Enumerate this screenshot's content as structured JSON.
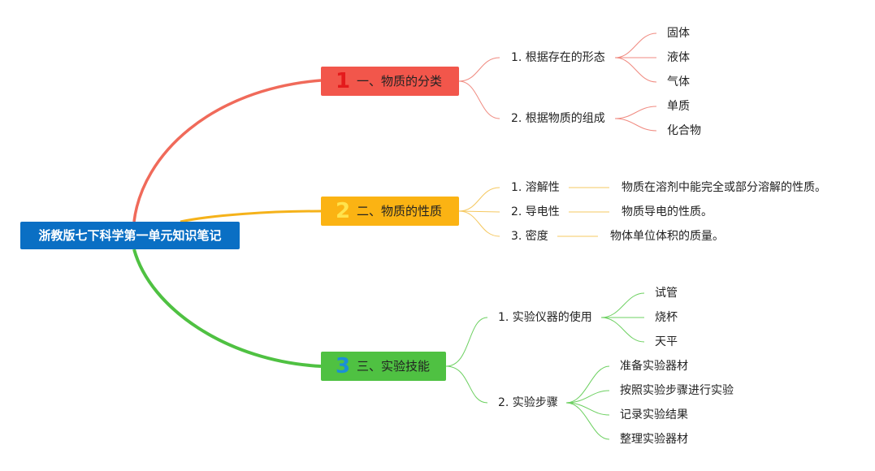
{
  "root": {
    "title": "浙教版七下科学第一单元知识笔记"
  },
  "colors": {
    "root": "#0a6fc4",
    "branch1": "#f2564b",
    "branch2": "#fbb313",
    "branch3": "#4fc142"
  },
  "branches": [
    {
      "number": "1",
      "label": "一、物质的分类",
      "children": [
        {
          "label": "1. 根据存在的形态",
          "items": [
            "固体",
            "液体",
            "气体"
          ]
        },
        {
          "label": "2. 根据物质的组成",
          "items": [
            "单质",
            "化合物"
          ]
        }
      ]
    },
    {
      "number": "2",
      "label": "二、物质的性质",
      "children": [
        {
          "label": "1. 溶解性",
          "desc": "物质在溶剂中能完全或部分溶解的性质。"
        },
        {
          "label": "2. 导电性",
          "desc": "物质导电的性质。"
        },
        {
          "label": "3. 密度",
          "desc": "物体单位体积的质量。"
        }
      ]
    },
    {
      "number": "3",
      "label": "三、实验技能",
      "children": [
        {
          "label": "1. 实验仪器的使用",
          "items": [
            "试管",
            "烧杯",
            "天平"
          ]
        },
        {
          "label": "2. 实验步骤",
          "items": [
            "准备实验器材",
            "按照实验步骤进行实验",
            "记录实验结果",
            "整理实验器材"
          ]
        }
      ]
    }
  ]
}
